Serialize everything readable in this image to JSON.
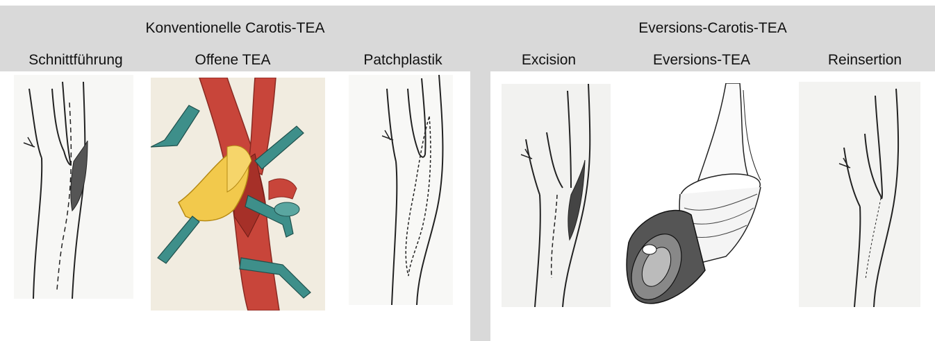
{
  "left_group": {
    "title": "Konventionelle Carotis-TEA",
    "panels": [
      "Schnittführung",
      "Offene TEA",
      "Patchplastik"
    ]
  },
  "right_group": {
    "title": "Eversions-Carotis-TEA",
    "panels": [
      "Excision",
      "Eversions-TEA",
      "Reinsertion"
    ]
  },
  "colors": {
    "header_band": "#d9d9d9",
    "artery_red": "#c8453a",
    "plaque_yellow": "#f2c94c",
    "clamp_teal": "#3e8f8a"
  }
}
